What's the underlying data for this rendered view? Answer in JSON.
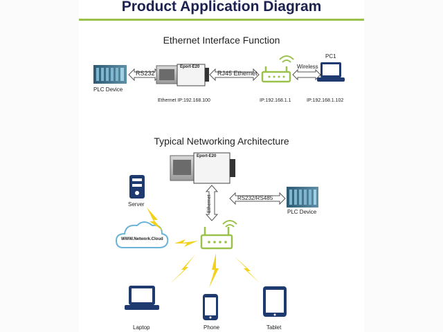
{
  "title": "Product Application Diagram",
  "section1": {
    "heading": "Ethernet Interface Function",
    "plc_label": "PLC Device",
    "rs232_label": "RS232",
    "rj45_label": "RJ45 Ethernet",
    "wireless_label": "Wireless",
    "pc_label": "PC1",
    "device_ip": "Ethernet IP:192.168.100",
    "router_ip": "IP:192.168.1.1",
    "pc_ip": "IP:192.168.1.102",
    "device_model": "Eport-E20"
  },
  "section2": {
    "heading": "Typical Networking Architecture",
    "device_model": "Eport-E20",
    "server_label": "Server",
    "cloud_label": "WWW.Network.Cloud",
    "ethernet_label": "Ethernet",
    "serial_label": "RS232/RS485",
    "plc_label": "PLC Device",
    "laptop_label": "Laptop",
    "phone_label": "Phone",
    "tablet_label": "Tablet"
  },
  "colors": {
    "title": "#1c2150",
    "accent_green": "#9ac24a",
    "device_blue": "#1f3a6e",
    "bolt_yellow": "#f2d21b"
  }
}
